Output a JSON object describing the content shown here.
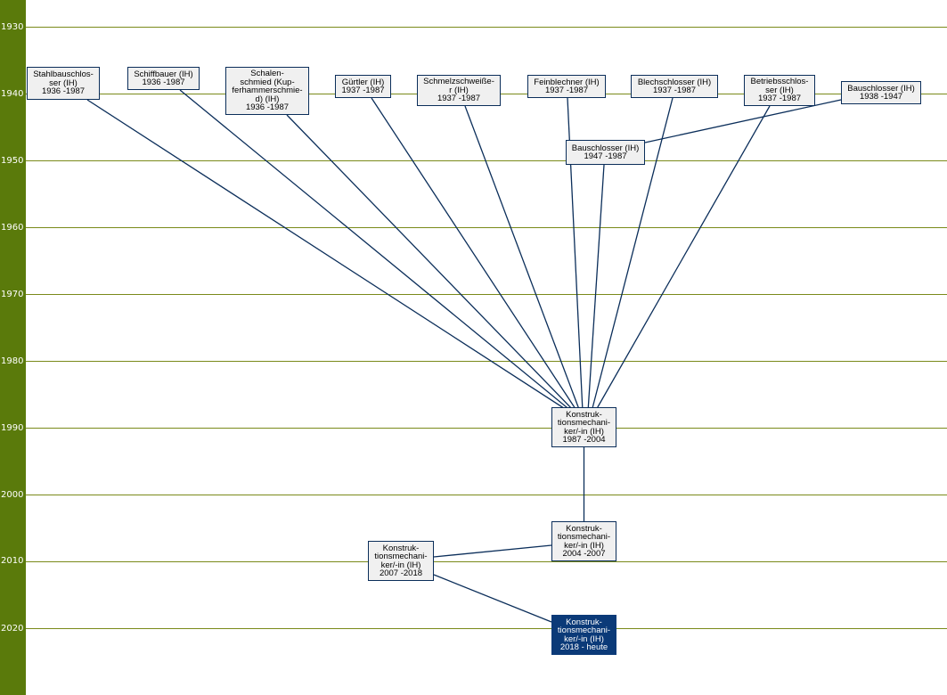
{
  "years": [
    "1930",
    "1940",
    "1950",
    "1960",
    "1970",
    "1980",
    "1990",
    "2000",
    "2010",
    "2020"
  ],
  "nodes": [
    {
      "id": "stahlbauschlosser",
      "lines": [
        "Stahlbauschlos-",
        "ser (IH)",
        "1936 -1987"
      ]
    },
    {
      "id": "schiffbauer",
      "lines": [
        "Schiffbauer (IH)",
        "1936 -1987"
      ]
    },
    {
      "id": "schalenschmied",
      "lines": [
        "Schalen-",
        "schmied (Kup-",
        "ferhammerschmie-",
        "d) (IH)",
        "1936 -1987"
      ]
    },
    {
      "id": "guertler",
      "lines": [
        "Gürtler (IH)",
        "1937 -1987"
      ]
    },
    {
      "id": "schmelzschweisser",
      "lines": [
        "Schmelzschweiße-",
        "r (IH)",
        "1937 -1987"
      ]
    },
    {
      "id": "feinblechner",
      "lines": [
        "Feinblechner (IH)",
        "1937 -1987"
      ]
    },
    {
      "id": "blechschlosser",
      "lines": [
        "Blechschlosser (IH)",
        "1937 -1987"
      ]
    },
    {
      "id": "betriebsschlosser",
      "lines": [
        "Betriebsschlos-",
        "ser (IH)",
        "1937 -1987"
      ]
    },
    {
      "id": "bauschlosser-1938",
      "lines": [
        "Bauschlosser (IH)",
        "1938 -1947"
      ]
    },
    {
      "id": "bauschlosser-1947",
      "lines": [
        "Bauschlosser (IH)",
        "1947 -1987"
      ]
    },
    {
      "id": "konstruktionsmechaniker-1987",
      "lines": [
        "Konstruk-",
        "tionsmechani-",
        "ker/-in (IH)",
        "1987 -2004"
      ]
    },
    {
      "id": "konstruktionsmechaniker-2004",
      "lines": [
        "Konstruk-",
        "tionsmechani-",
        "ker/-in (IH)",
        "2004 -2007"
      ]
    },
    {
      "id": "konstruktionsmechaniker-2007",
      "lines": [
        "Konstruk-",
        "tionsmechani-",
        "ker/-in (IH)",
        "2007 -2018"
      ]
    },
    {
      "id": "konstruktionsmechaniker-2018",
      "lines": [
        "Konstruk-",
        "tionsmechani-",
        "ker/-in (IH)",
        "2018 - heute"
      ],
      "current": true
    }
  ],
  "links": [
    [
      "stahlbauschlosser",
      "konstruktionsmechaniker-1987"
    ],
    [
      "schiffbauer",
      "konstruktionsmechaniker-1987"
    ],
    [
      "schalenschmied",
      "konstruktionsmechaniker-1987"
    ],
    [
      "guertler",
      "konstruktionsmechaniker-1987"
    ],
    [
      "schmelzschweisser",
      "konstruktionsmechaniker-1987"
    ],
    [
      "feinblechner",
      "konstruktionsmechaniker-1987"
    ],
    [
      "blechschlosser",
      "konstruktionsmechaniker-1987"
    ],
    [
      "betriebsschlosser",
      "konstruktionsmechaniker-1987"
    ],
    [
      "bauschlosser-1938",
      "bauschlosser-1947"
    ],
    [
      "bauschlosser-1947",
      "konstruktionsmechaniker-1987"
    ],
    [
      "konstruktionsmechaniker-1987",
      "konstruktionsmechaniker-2004"
    ],
    [
      "konstruktionsmechaniker-2004",
      "konstruktionsmechaniker-2007"
    ],
    [
      "konstruktionsmechaniker-2007",
      "konstruktionsmechaniker-2018"
    ]
  ],
  "colors": {
    "sidebar": "#5a7a0b",
    "gridline": "#7a8a1a",
    "link": "#0b2e5a",
    "node_bg": "#f0f0f0",
    "current_bg": "#0b3a78"
  }
}
